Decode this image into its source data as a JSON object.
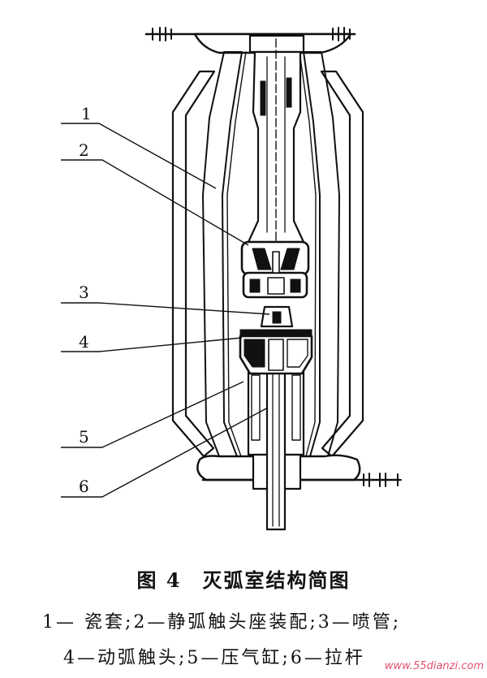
{
  "figure": {
    "part_labels": [
      "1",
      "2",
      "3",
      "4",
      "5",
      "6"
    ],
    "caption": "图 4　灭弧室结构简图",
    "legend": [
      "1— 瓷套;2—静弧触头座装配;3—喷管;",
      "4—动弧触头;5—压气缸;6—拉杆"
    ]
  },
  "watermark": "www.55dianzi.com",
  "colors": {
    "ink": "#111111",
    "watermark": "#e2506e",
    "background": "#ffffff"
  }
}
